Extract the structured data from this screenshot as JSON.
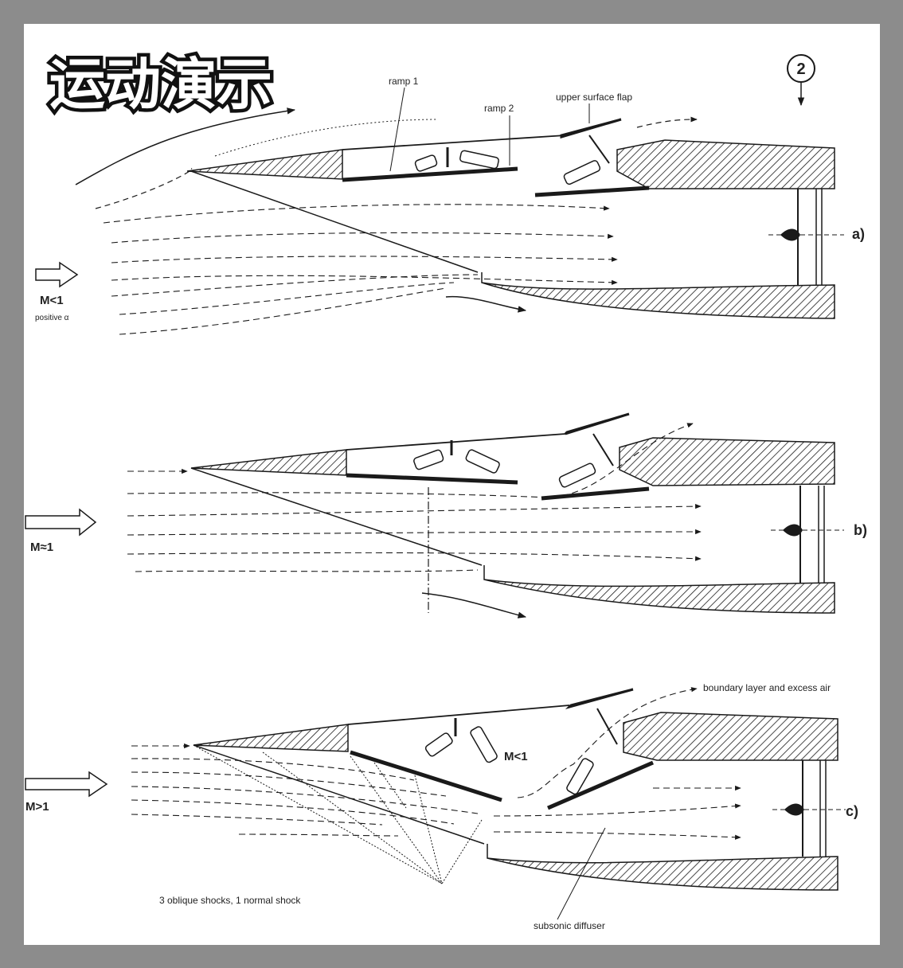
{
  "title": "运动演示",
  "sheet_marker": "2",
  "labels": {
    "ramp1": "ramp 1",
    "ramp2": "ramp 2",
    "upper_flap": "upper surface flap",
    "boundary_layer": "boundary layer and excess air",
    "shocks": "3 oblique shocks, 1 normal shock",
    "subsonic_diffuser": "subsonic diffuser",
    "internal_mach_c": "M<1"
  },
  "panels": [
    {
      "id": "a",
      "tag": "a)",
      "mach": "M<1",
      "note": "positive α"
    },
    {
      "id": "b",
      "tag": "b)",
      "mach": "M≈1",
      "note": ""
    },
    {
      "id": "c",
      "tag": "c)",
      "mach": "M>1",
      "note": ""
    }
  ],
  "colors": {
    "ink": "#1a1a1a",
    "frame": "#8c8c8c",
    "paper": "#ffffff"
  }
}
